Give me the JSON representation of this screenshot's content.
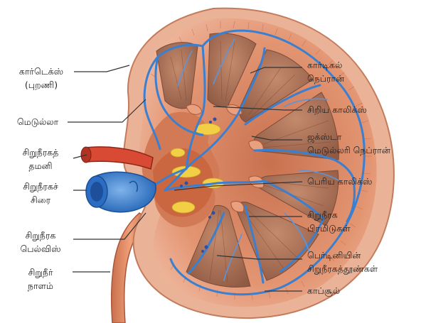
{
  "labels": {
    "cortex": [
      "கார்டெக்ஸ்",
      "(புறணி)"
    ],
    "medulla": [
      "மெடுல்லா"
    ],
    "renal_artery": [
      "சிறுநீரகத்",
      "தமனி"
    ],
    "renal_vein": [
      "சிறுநீரகச்",
      "சிரை"
    ],
    "renal_pelvis": [
      "சிறுநீரக",
      "பெல்விஸ்"
    ],
    "ureter": [
      "சிறுநீர்",
      "நாளம்"
    ],
    "cortical_nephron": [
      "கார்டிகல்",
      "நெப்ரான்"
    ],
    "minor_calyx": [
      "சிறிய காலிக்ஸ்"
    ],
    "juxtamedullary_nephron": [
      "ஜக்ஸ்டா",
      "மெடுல்லரி நெப்ரான்"
    ],
    "major_calyx": [
      "பெரிய காலிக்ஸ்"
    ],
    "renal_pyramid": [
      "சிறுநீரக",
      "பிரமிடுகள்"
    ],
    "renal_columns": [
      "பெர்டினியின்",
      "சிறுநீரகத்தூண்கள்"
    ],
    "capsule": [
      "காப்சூல்"
    ]
  },
  "colors": {
    "capsule": "#e7a98a",
    "cortex": "#df8e6c",
    "pyramid": "#b67a5e",
    "vessel_blue": "#3a7fd0",
    "vessel_red": "#c83a2a",
    "fat_yellow": "#f2cf45",
    "leader": "#333333"
  }
}
